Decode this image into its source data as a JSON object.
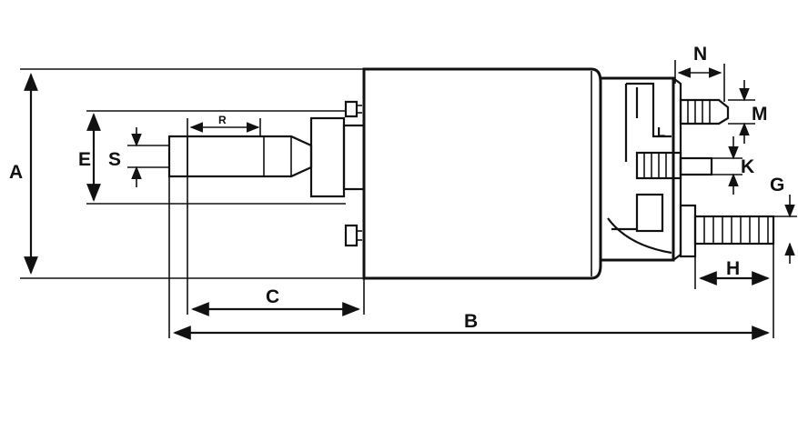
{
  "diagram": {
    "labels": {
      "A": "A",
      "B": "B",
      "C": "C",
      "E": "E",
      "S": "S",
      "R": "R",
      "N": "N",
      "M": "M",
      "L": "L",
      "K": "K",
      "G": "G",
      "H": "H"
    }
  }
}
